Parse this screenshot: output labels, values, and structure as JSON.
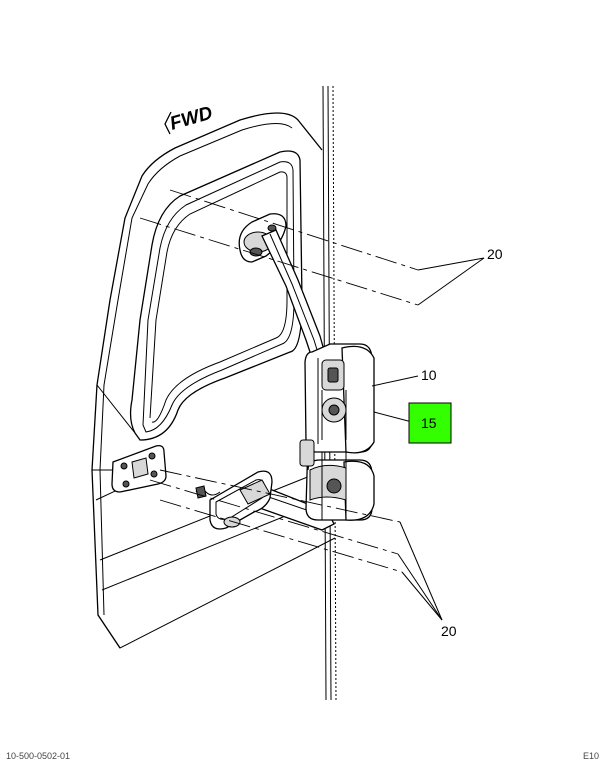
{
  "diagram": {
    "direction_label": "FWD",
    "callouts": [
      {
        "id": "upper-20",
        "text": "20"
      },
      {
        "id": "mirror-10",
        "text": "10"
      },
      {
        "id": "highlight-15",
        "text": "15"
      },
      {
        "id": "lower-20",
        "text": "20"
      }
    ],
    "highlight_color": "#33ff00",
    "footer_left": "10-500-0502-01",
    "footer_right": "E10"
  }
}
